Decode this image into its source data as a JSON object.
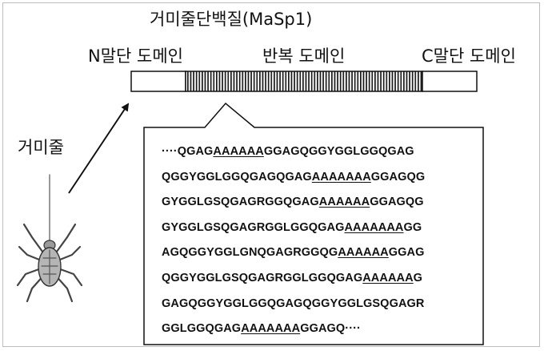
{
  "protein_title": "거미줄단백질(MaSp1)",
  "domains": {
    "n_terminal": "N말단 도메인",
    "repeat": "반복 도메인",
    "c_terminal": "C말단 도메인"
  },
  "spider_label": "거미줄",
  "sequence_lines": [
    [
      {
        "t": "····QGAG"
      },
      {
        "t": "AAAAAA",
        "u": true
      },
      {
        "t": "GGAGQGGYGGLGGQGAG"
      }
    ],
    [
      {
        "t": "QGGYGGLGGQGAGQGAG"
      },
      {
        "t": "AAAAAAA",
        "u": true
      },
      {
        "t": "GGAGQG"
      }
    ],
    [
      {
        "t": "GYGGLGSQGAGRGGQGAG"
      },
      {
        "t": "AAAAAA",
        "u": true
      },
      {
        "t": "GGAGQG"
      }
    ],
    [
      {
        "t": "GYGGLGSQGAGRGGLGGQGAG"
      },
      {
        "t": "AAAAAAA",
        "u": true
      },
      {
        "t": "GG"
      }
    ],
    [
      {
        "t": "AGQGGYGGLGNQGAGRGGQG"
      },
      {
        "t": "AAAAAA",
        "u": true
      },
      {
        "t": "GGAG"
      }
    ],
    [
      {
        "t": "QGGYGGLGSQGAGRGGLGGQGAG"
      },
      {
        "t": "AAAAAA",
        "u": true
      },
      {
        "t": "G"
      }
    ],
    [
      {
        "t": "GAGQGGYGGLGGQGAGQGGYGGLGSQGAGR"
      }
    ],
    [
      {
        "t": "GGLGGQGAG"
      },
      {
        "t": "AAAAAAA",
        "u": true
      },
      {
        "t": "GGAGQ····"
      }
    ]
  ]
}
